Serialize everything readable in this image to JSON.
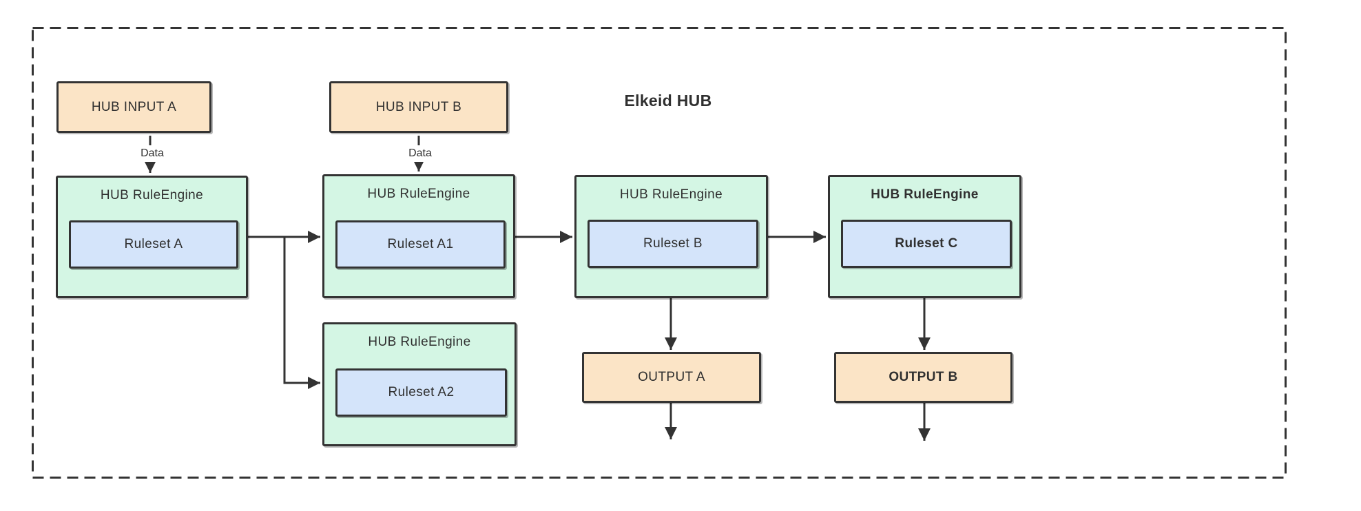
{
  "diagram": {
    "title": "Elkeid HUB",
    "inputs": [
      {
        "label": "HUB INPUT A"
      },
      {
        "label": "HUB INPUT B"
      }
    ],
    "engines": [
      {
        "title": "HUB RuleEngine",
        "ruleset": "Ruleset A"
      },
      {
        "title": "HUB RuleEngine",
        "ruleset": "Ruleset A1"
      },
      {
        "title": "HUB RuleEngine",
        "ruleset": "Ruleset A2"
      },
      {
        "title": "HUB RuleEngine",
        "ruleset": "Ruleset B"
      },
      {
        "title": "HUB RuleEngine",
        "ruleset": "Ruleset C"
      }
    ],
    "outputs": [
      {
        "label": "OUTPUT A"
      },
      {
        "label": "OUTPUT B"
      }
    ],
    "edge_labels": {
      "data_a": "Data",
      "data_b": "Data"
    },
    "colors": {
      "input_fill": "#FBE4C6",
      "engine_fill": "#D4F6E4",
      "ruleset_fill": "#D4E4FA",
      "stroke": "#333333"
    }
  }
}
